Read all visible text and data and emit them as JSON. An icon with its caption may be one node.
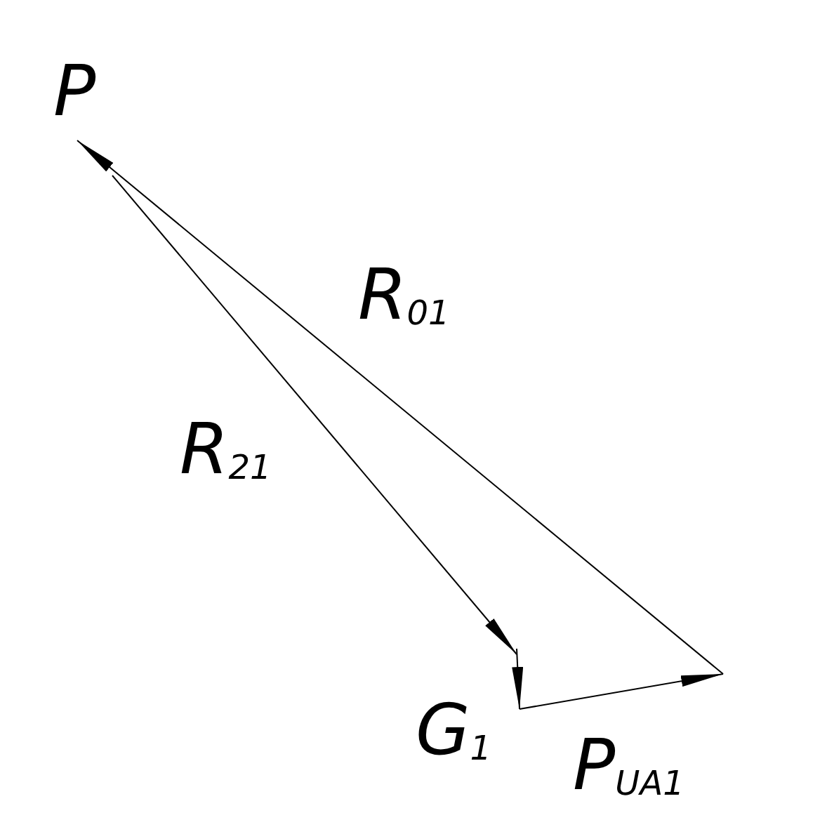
{
  "diagram": {
    "labels": [
      "P",
      "R$_{01}$",
      "R$_{21}$",
      "G$_{1}$",
      "P$_{UA1}$"
    ]
  }
}
